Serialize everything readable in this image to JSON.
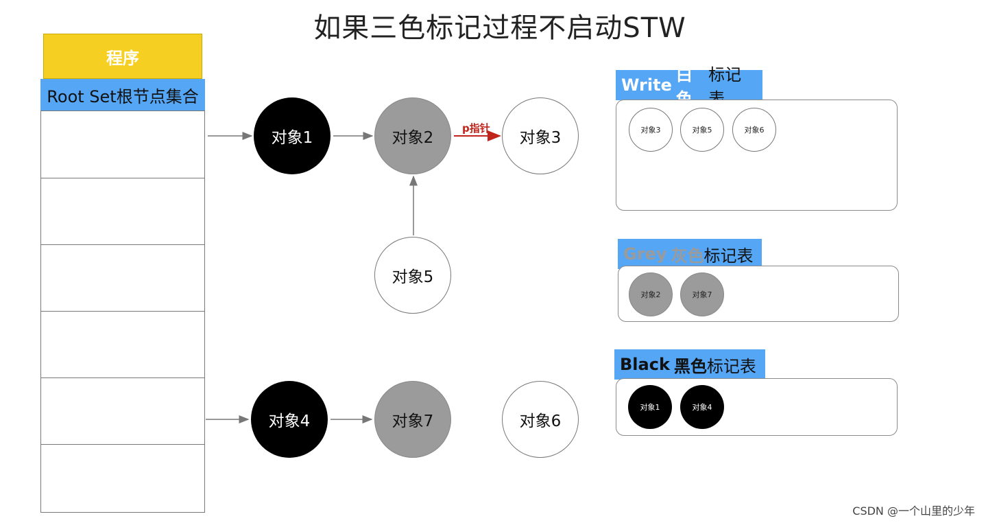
{
  "title": "如果三色标记过程不启动STW",
  "program": {
    "header": "程序",
    "root_set_label": "Root Set根节点集合"
  },
  "nodes": {
    "obj1": "对象1",
    "obj2": "对象2",
    "obj3": "对象3",
    "obj4": "对象4",
    "obj5": "对象5",
    "obj6": "对象6",
    "obj7": "对象7"
  },
  "p_pointer_label": "p指针",
  "tables": {
    "white": {
      "name": "Write",
      "color_word": "白色",
      "suffix": "标记表",
      "items": [
        "对象3",
        "对象5",
        "对象6"
      ]
    },
    "grey": {
      "name": "Grey",
      "color_word": "灰色",
      "suffix": "标记表",
      "items": [
        "对象2",
        "对象7"
      ]
    },
    "black": {
      "name": "Black",
      "color_word": "黑色",
      "suffix": "标记表",
      "items": [
        "对象1",
        "对象4"
      ]
    }
  },
  "colors": {
    "program_header": "#f5cf22",
    "root_set_label": "#55a6f4",
    "tab_background": "#55a6f4",
    "grey_node": "#9b9b9b",
    "black_node": "#000000",
    "pointer_label": "#c0241a"
  },
  "watermark": "CSDN @一个山里的少年"
}
